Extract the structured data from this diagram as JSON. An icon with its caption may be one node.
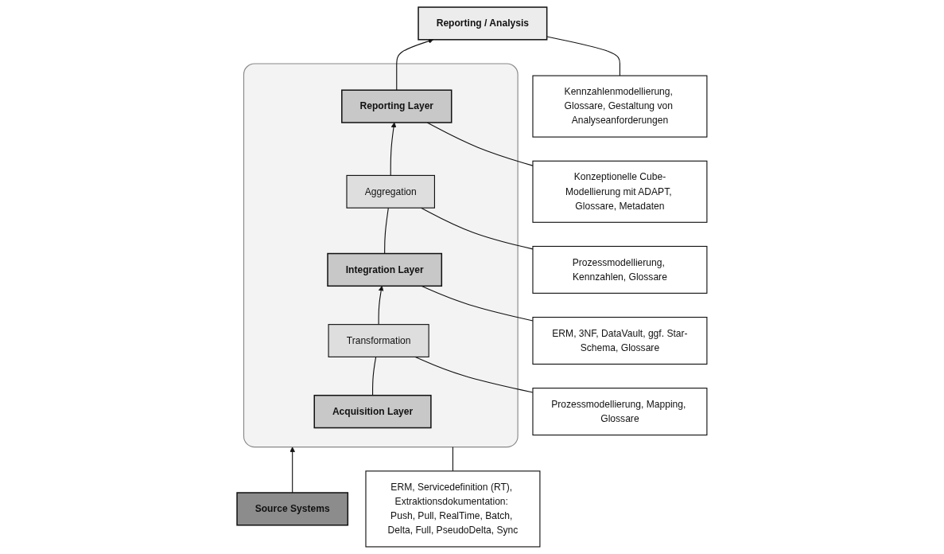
{
  "diagram": {
    "nodes": [
      {
        "text": [
          "Reporting / Analysis"
        ]
      },
      {
        "text": [],
        "shape": "box"
      },
      {
        "text": [
          "Reporting Layer"
        ],
        "in": 1
      },
      {
        "text": [
          "Aggregation"
        ],
        "in": 1
      },
      {
        "text": [
          "Integration Layer"
        ],
        "in": 1
      },
      {
        "text": [
          "Transformation"
        ],
        "in": 1
      },
      {
        "text": [
          "Acquisition Layer"
        ],
        "in": 1
      },
      {
        "text": [
          "Source Systems"
        ]
      },
      {
        "text": [
          "Kennzahlenmodellierung, Glossare, Gestaltung von Analyseanforderungen"
        ]
      },
      {
        "text": [
          "Konzeptionelle Cube-Modellierung mit ADAPT, Glossare, Metadaten"
        ]
      },
      {
        "text": [
          "Prozessmodellierung, Kennzahlen, Glossare"
        ]
      },
      {
        "text": [
          "ERM, 3NF, DataVault, ggf. Star-Schema, Glossare"
        ]
      },
      {
        "text": [
          "Prozessmodellierung, Mapping, Glossare"
        ]
      },
      {
        "text": [
          "ERM, Servicedefinition (RT), Extraktionsdokumentation: Push, Pull, RealTime, Batch, Delta, Full, PseudoDelta, Sync"
        ]
      }
    ],
    "edges": [
      {
        "from": 7,
        "to": 1,
        "arrow": "to"
      },
      {
        "from": 6,
        "to": 5,
        "arrow": "none"
      },
      {
        "from": 5,
        "to": 4,
        "arrow": "to"
      },
      {
        "from": 4,
        "to": 3,
        "arrow": "none"
      },
      {
        "from": 3,
        "to": 2,
        "arrow": "to"
      },
      {
        "from": 2,
        "to": 0,
        "arrow": "to"
      },
      {
        "from": 8,
        "to": 0,
        "arrow": "none"
      },
      {
        "from": 9,
        "to": 2,
        "arrow": "none"
      },
      {
        "from": 10,
        "to": 3,
        "arrow": "none"
      },
      {
        "from": 11,
        "to": 4,
        "arrow": "none"
      },
      {
        "from": 12,
        "to": 5,
        "arrow": "none"
      },
      {
        "from": 13,
        "to": 1,
        "arrow": "none"
      }
    ]
  }
}
